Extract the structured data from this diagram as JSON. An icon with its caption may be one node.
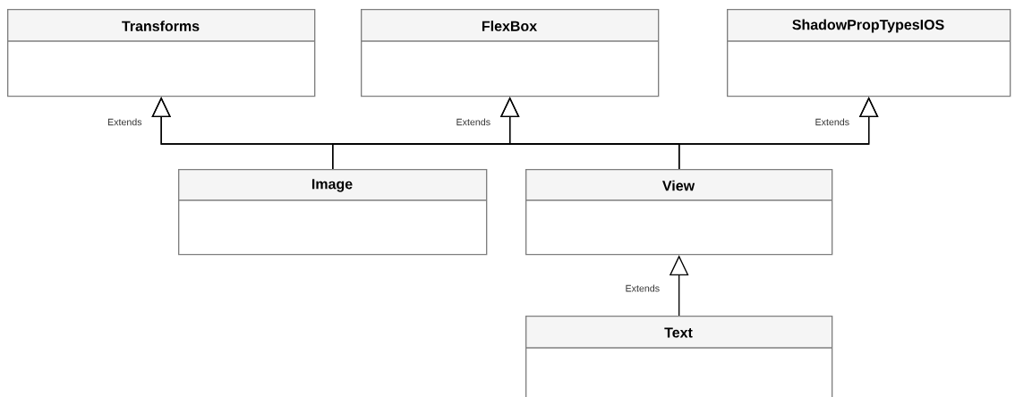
{
  "diagram": {
    "nodes": [
      {
        "text": [
          "Transforms"
        ]
      },
      {
        "text": [
          "FlexBox"
        ]
      },
      {
        "text": [
          "ShadowPropTypesIOS"
        ]
      },
      {
        "text": [
          "Image"
        ]
      },
      {
        "text": [
          "View"
        ]
      },
      {
        "text": [
          "Text"
        ]
      }
    ],
    "edges": [
      {
        "from": 3,
        "to": 0,
        "arrow": "to",
        "label": "Extends"
      },
      {
        "from": 3,
        "to": 1,
        "arrow": "to"
      },
      {
        "from": 3,
        "to": 2,
        "arrow": "to"
      },
      {
        "from": 4,
        "to": 0,
        "arrow": "to"
      },
      {
        "from": 4,
        "to": 1,
        "arrow": "to",
        "label": "Extends"
      },
      {
        "from": 4,
        "to": 2,
        "arrow": "to",
        "label": "Extends"
      },
      {
        "from": 5,
        "to": 4,
        "arrow": "to",
        "label": "Extends"
      }
    ]
  }
}
